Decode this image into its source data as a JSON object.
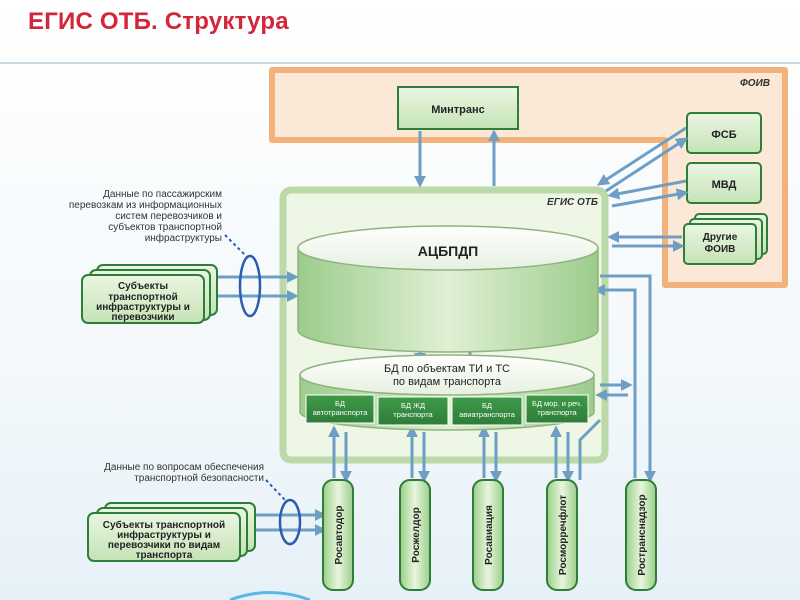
{
  "page": {
    "title": "ЕГИС ОТБ. Структура"
  },
  "foiv": {
    "label": "ФОИВ",
    "mintrans": "Минтранс",
    "fsb": "ФСБ",
    "mvd": "МВД",
    "others_line1": "Другие",
    "others_line2": "ФОИВ"
  },
  "egis": {
    "label": "ЕГИС ОТБ",
    "acbpdp": "АЦБПДП",
    "bd_title_line1": "БД по объектам ТИ и ТС",
    "bd_title_line2": "по видам транспорта",
    "segments": [
      {
        "line1": "БД",
        "line2": "автотранспорта"
      },
      {
        "line1": "БД ЖД",
        "line2": "транспорта"
      },
      {
        "line1": "БД",
        "line2": "авиатранспорта"
      },
      {
        "line1": "БД мор. и реч.",
        "line2": "транспорта"
      }
    ]
  },
  "annotations": {
    "passenger": [
      "Данные по пассажирским",
      "перевозкам из информационных",
      "систем перевозчиков и",
      "субъектов транспортной",
      "инфраструктуры"
    ],
    "security": [
      "Данные по вопросам обеспечения",
      "транспортной безопасности"
    ]
  },
  "subjects_top": [
    "Субъекты",
    "транспортной",
    "инфраструктуры и",
    "перевозчики"
  ],
  "subjects_bottom": [
    "Субъекты транспортной",
    "инфраструктуры и",
    "перевозчики по видам",
    "транспорта"
  ],
  "agencies": [
    "Росавтодор",
    "Росжелдор",
    "Росавиация",
    "Росморречфлот",
    "Ространснадзор"
  ]
}
